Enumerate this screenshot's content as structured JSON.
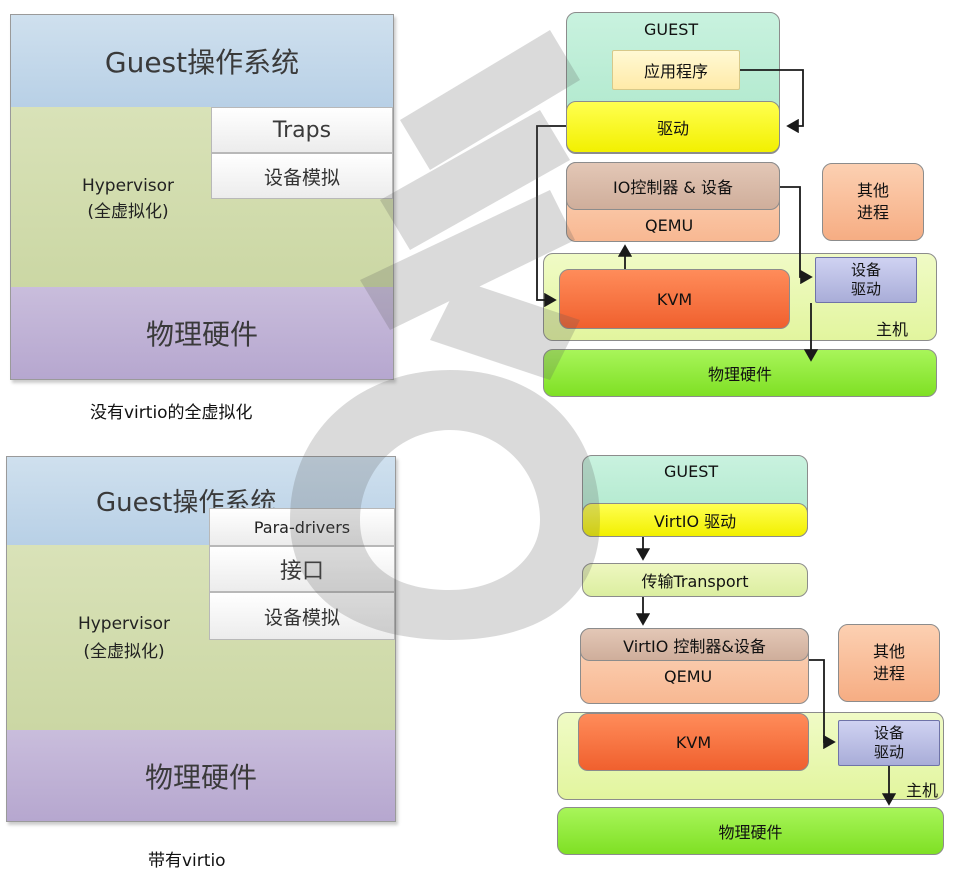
{
  "top_left": {
    "guest_os": "Guest操作系统",
    "traps": "Traps",
    "device_emulation": "设备模拟",
    "hypervisor": "Hypervisor",
    "full_virt": "(全虚拟化)",
    "hardware": "物理硬件",
    "caption": "没有virtio的全虚拟化"
  },
  "bottom_left": {
    "guest_os": "Guest操作系统",
    "para_drivers": "Para-drivers",
    "interface": "接口",
    "device_emulation": "设备模拟",
    "hypervisor": "Hypervisor",
    "full_virt": "(全虚拟化)",
    "hardware": "物理硬件",
    "caption": "带有virtio"
  },
  "top_right": {
    "guest": "GUEST",
    "app": "应用程序",
    "driver": "驱动",
    "io_controller": "IO控制器 & 设备",
    "qemu": "QEMU",
    "other_process_1": "其他",
    "other_process_2": "进程",
    "kvm": "KVM",
    "device_driver_1": "设备",
    "device_driver_2": "驱动",
    "host": "主机",
    "hardware": "物理硬件"
  },
  "bottom_right": {
    "guest": "GUEST",
    "virtio_driver": "VirtIO 驱动",
    "transport": "传输Transport",
    "virtio_controller": "VirtIO 控制器&设备",
    "qemu": "QEMU",
    "other_process_1": "其他",
    "other_process_2": "进程",
    "kvm": "KVM",
    "device_driver_1": "设备",
    "device_driver_2": "驱动",
    "host": "主机",
    "hardware": "物理硬件"
  },
  "colors": {
    "arrow": "#1a1a1a",
    "watermark": "#5a5a5a"
  }
}
